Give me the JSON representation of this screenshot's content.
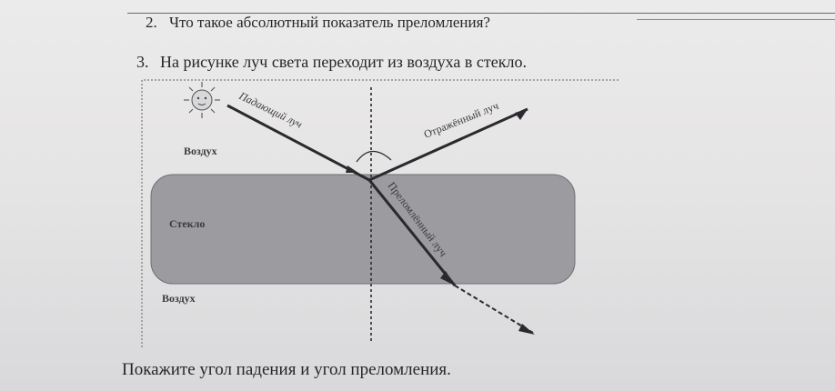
{
  "question2": {
    "number": "2.",
    "text": "Что такое абсолютный показатель преломления?"
  },
  "question3": {
    "number": "3.",
    "text": "На рисунке луч света переходит из воздуха в стекло."
  },
  "figure": {
    "incident_label": "Падающий луч",
    "reflected_label": "Отражённый луч",
    "refracted_label": "Преломлённый луч",
    "air_top_label": "Воздух",
    "glass_label": "Стекло",
    "air_bottom_label": "Воздух",
    "colors": {
      "glass": "#9c9b9f",
      "lines": "#2a2a2e",
      "frame": "#8e8d91"
    },
    "icons": [
      "sun-icon"
    ]
  },
  "caption": "Покажите угол падения и угол преломления."
}
